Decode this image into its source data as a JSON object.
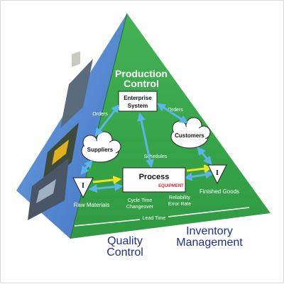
{
  "pyramid": {
    "title": "Production Control",
    "title_line1": "Production",
    "title_line2": "Control",
    "enterprise_line1": "Enterprise",
    "enterprise_line2": "System",
    "orders_left": "Orders",
    "orders_right": "Orders",
    "suppliers": "Suppliers",
    "customers": "Customers",
    "schedules": "Schedules",
    "process": "Process",
    "equipment": "EQUIPMENT",
    "raw_materials": "Raw Materials",
    "finished_goods": "Finished Goods",
    "inventory_symbol": "I",
    "cycle_time": "Cycle Time",
    "changeover": "Changeover",
    "reliability": "Reliability",
    "error_rate": "Error Rate",
    "lead_time": "Lead Time"
  },
  "captions": {
    "quality_line1": "Quality",
    "quality_line2": "Control",
    "inventory_line1": "Inventory",
    "inventory_line2": "Management"
  },
  "colors": {
    "front_face": "#3aa74a",
    "left_face": "#5b8fd6",
    "caption_text": "#1c2f8c",
    "arrow_blue": "#5bb4ea",
    "arrow_yellow": "#f2e21c",
    "equipment_red": "#e02020"
  }
}
